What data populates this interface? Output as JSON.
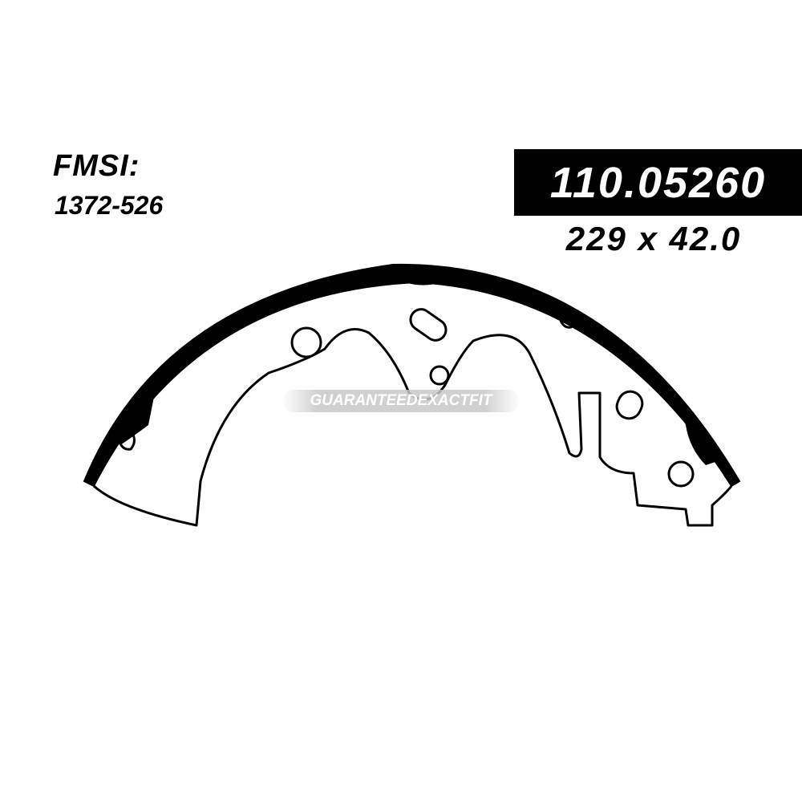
{
  "labels": {
    "fmsi_label": "FMSI:",
    "fmsi_number": "1372-526",
    "part_number": "110.05260",
    "dimensions": "229 x 42.0"
  },
  "watermark": {
    "text": "GUARANTEEDEXACTFIT"
  },
  "colors": {
    "background": "#ffffff",
    "line": "#000000",
    "part_box": "#000000",
    "part_text": "#ffffff",
    "watermark": "#c8c8c8"
  }
}
